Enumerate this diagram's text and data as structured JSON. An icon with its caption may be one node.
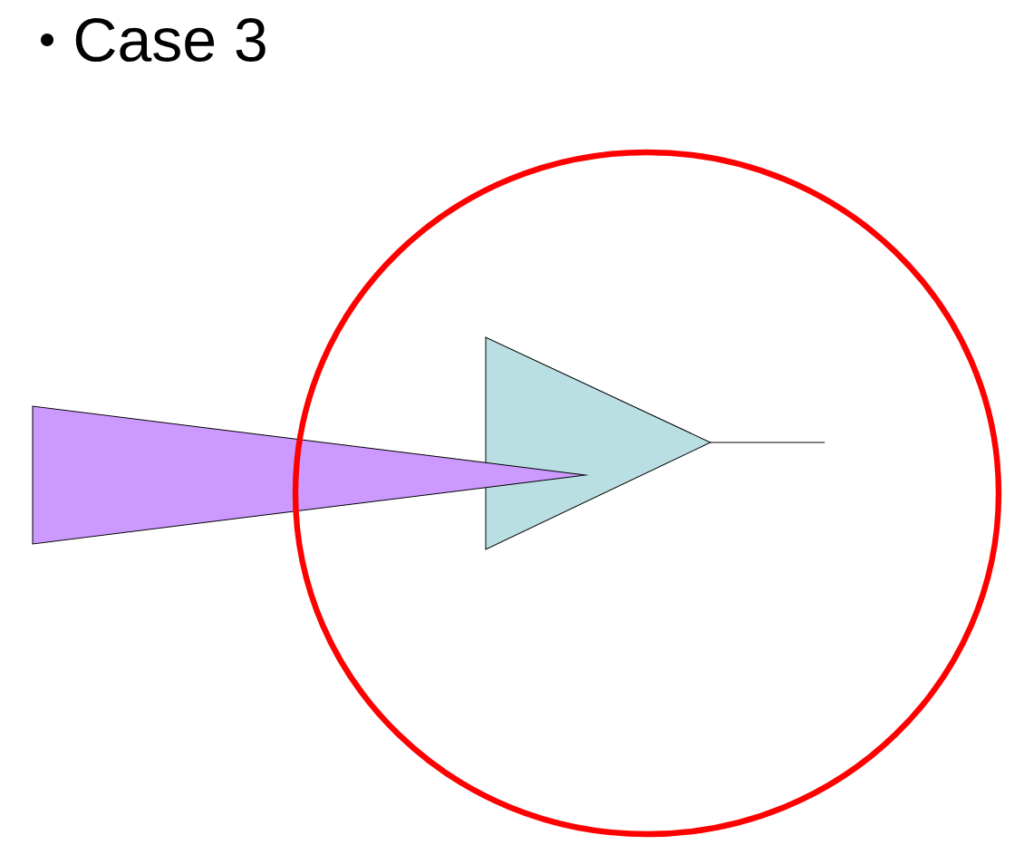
{
  "diagram": {
    "title": "Case 3",
    "nodes": [
      {
        "text": [],
        "shape": "circle"
      },
      {
        "text": [],
        "shape": "triangle"
      },
      {
        "text": [],
        "shape": "triangle",
        "in": 0
      }
    ]
  }
}
